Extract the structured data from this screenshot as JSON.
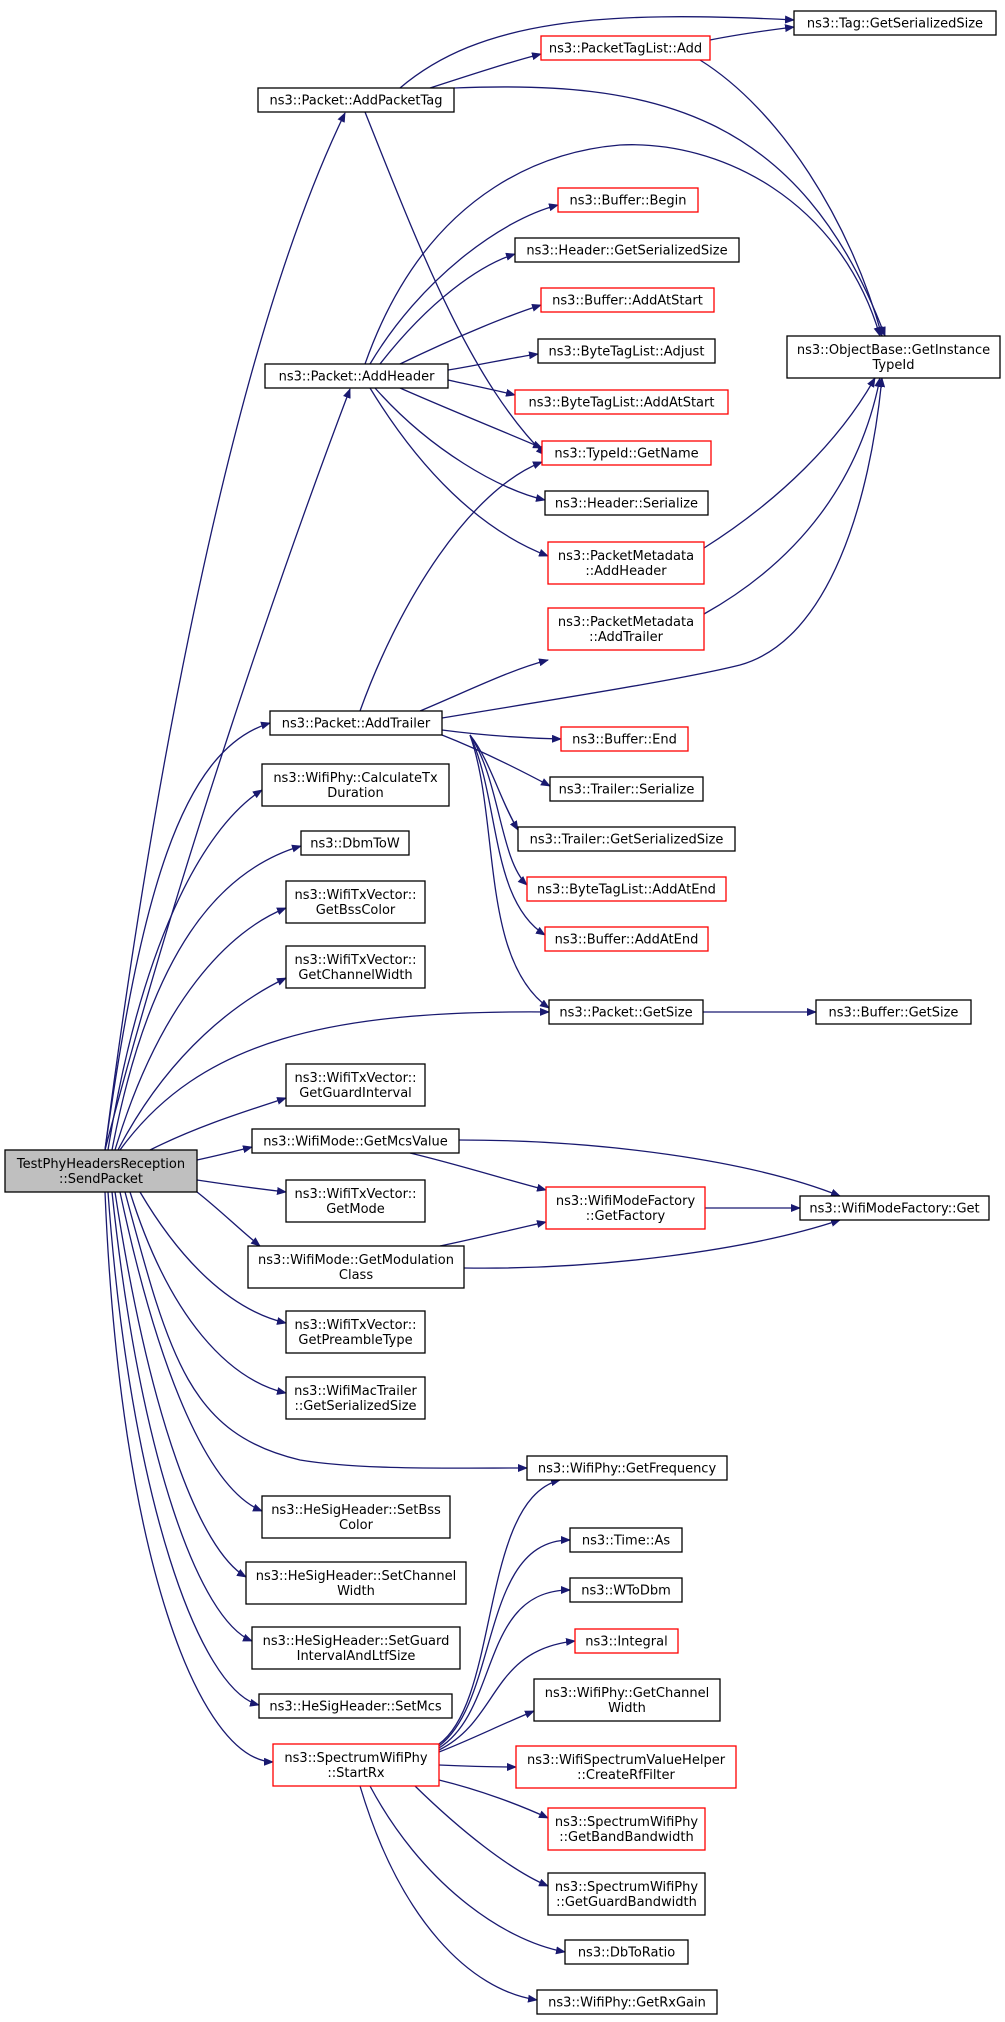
{
  "colors": {
    "edge": "#191970",
    "node_border": "#000000",
    "node_border_red": "#ff0000",
    "root_fill": "#bfbfbf"
  },
  "nodes": [
    {
      "id": "root",
      "lines": [
        "TestPhyHeadersReception",
        "::SendPacket"
      ],
      "style": "root"
    },
    {
      "id": "addPacketTag",
      "lines": [
        "ns3::Packet::AddPacketTag"
      ],
      "style": "black"
    },
    {
      "id": "packetTagListAdd",
      "lines": [
        "ns3::PacketTagList::Add"
      ],
      "style": "red"
    },
    {
      "id": "tagGetSerializedSize",
      "lines": [
        "ns3::Tag::GetSerializedSize"
      ],
      "style": "black"
    },
    {
      "id": "bufferBegin",
      "lines": [
        "ns3::Buffer::Begin"
      ],
      "style": "red"
    },
    {
      "id": "headerGetSerializedSize",
      "lines": [
        "ns3::Header::GetSerializedSize"
      ],
      "style": "black"
    },
    {
      "id": "bufferAddAtStart",
      "lines": [
        "ns3::Buffer::AddAtStart"
      ],
      "style": "red"
    },
    {
      "id": "objectBaseGetInstanceTypeId",
      "lines": [
        "ns3::ObjectBase::GetInstance",
        "TypeId"
      ],
      "style": "black"
    },
    {
      "id": "byteTagListAdjust",
      "lines": [
        "ns3::ByteTagList::Adjust"
      ],
      "style": "black"
    },
    {
      "id": "addHeader",
      "lines": [
        "ns3::Packet::AddHeader"
      ],
      "style": "black"
    },
    {
      "id": "byteTagListAddAtStart",
      "lines": [
        "ns3::ByteTagList::AddAtStart"
      ],
      "style": "red"
    },
    {
      "id": "typeIdGetName",
      "lines": [
        "ns3::TypeId::GetName"
      ],
      "style": "red"
    },
    {
      "id": "headerSerialize",
      "lines": [
        "ns3::Header::Serialize"
      ],
      "style": "black"
    },
    {
      "id": "packetMetadataAddHeader",
      "lines": [
        "ns3::PacketMetadata",
        "::AddHeader"
      ],
      "style": "red"
    },
    {
      "id": "packetMetadataAddTrailer",
      "lines": [
        "ns3::PacketMetadata",
        "::AddTrailer"
      ],
      "style": "red"
    },
    {
      "id": "addTrailer",
      "lines": [
        "ns3::Packet::AddTrailer"
      ],
      "style": "black"
    },
    {
      "id": "bufferEnd",
      "lines": [
        "ns3::Buffer::End"
      ],
      "style": "red"
    },
    {
      "id": "calculateTxDuration",
      "lines": [
        "ns3::WifiPhy::CalculateTx",
        "Duration"
      ],
      "style": "black"
    },
    {
      "id": "trailerSerialize",
      "lines": [
        "ns3::Trailer::Serialize"
      ],
      "style": "black"
    },
    {
      "id": "trailerGetSerializedSize",
      "lines": [
        "ns3::Trailer::GetSerializedSize"
      ],
      "style": "black"
    },
    {
      "id": "dbmToW",
      "lines": [
        "ns3::DbmToW"
      ],
      "style": "black"
    },
    {
      "id": "byteTagListAddAtEnd",
      "lines": [
        "ns3::ByteTagList::AddAtEnd"
      ],
      "style": "red"
    },
    {
      "id": "getBssColor",
      "lines": [
        "ns3::WifiTxVector::",
        "GetBssColor"
      ],
      "style": "black"
    },
    {
      "id": "bufferAddAtEnd",
      "lines": [
        "ns3::Buffer::AddAtEnd"
      ],
      "style": "red"
    },
    {
      "id": "getChannelWidth",
      "lines": [
        "ns3::WifiTxVector::",
        "GetChannelWidth"
      ],
      "style": "black"
    },
    {
      "id": "packetGetSize",
      "lines": [
        "ns3::Packet::GetSize"
      ],
      "style": "black"
    },
    {
      "id": "bufferGetSize",
      "lines": [
        "ns3::Buffer::GetSize"
      ],
      "style": "black"
    },
    {
      "id": "getGuardInterval",
      "lines": [
        "ns3::WifiTxVector::",
        "GetGuardInterval"
      ],
      "style": "black"
    },
    {
      "id": "getMcsValue",
      "lines": [
        "ns3::WifiMode::GetMcsValue"
      ],
      "style": "black"
    },
    {
      "id": "getFactory",
      "lines": [
        "ns3::WifiModeFactory",
        "::GetFactory"
      ],
      "style": "red"
    },
    {
      "id": "wifiModeFactoryGet",
      "lines": [
        "ns3::WifiModeFactory::Get"
      ],
      "style": "black"
    },
    {
      "id": "getMode",
      "lines": [
        "ns3::WifiTxVector::",
        "GetMode"
      ],
      "style": "black"
    },
    {
      "id": "getModulationClass",
      "lines": [
        "ns3::WifiMode::GetModulation",
        "Class"
      ],
      "style": "black"
    },
    {
      "id": "getPreambleType",
      "lines": [
        "ns3::WifiTxVector::",
        "GetPreambleType"
      ],
      "style": "black"
    },
    {
      "id": "wifiMacTrailerGetSerializedSize",
      "lines": [
        "ns3::WifiMacTrailer",
        "::GetSerializedSize"
      ],
      "style": "black"
    },
    {
      "id": "getFrequency",
      "lines": [
        "ns3::WifiPhy::GetFrequency"
      ],
      "style": "black"
    },
    {
      "id": "setBssColor",
      "lines": [
        "ns3::HeSigHeader::SetBss",
        "Color"
      ],
      "style": "black"
    },
    {
      "id": "timeAs",
      "lines": [
        "ns3::Time::As"
      ],
      "style": "black"
    },
    {
      "id": "setChannelWidth",
      "lines": [
        "ns3::HeSigHeader::SetChannel",
        "Width"
      ],
      "style": "black"
    },
    {
      "id": "wToDbm",
      "lines": [
        "ns3::WToDbm"
      ],
      "style": "black"
    },
    {
      "id": "integral",
      "lines": [
        "ns3::Integral"
      ],
      "style": "red"
    },
    {
      "id": "setGuardIntervalAndLtfSize",
      "lines": [
        "ns3::HeSigHeader::SetGuard",
        "IntervalAndLtfSize"
      ],
      "style": "black"
    },
    {
      "id": "wifiPhyGetChannelWidth",
      "lines": [
        "ns3::WifiPhy::GetChannel",
        "Width"
      ],
      "style": "black"
    },
    {
      "id": "setMcs",
      "lines": [
        "ns3::HeSigHeader::SetMcs"
      ],
      "style": "black"
    },
    {
      "id": "startRx",
      "lines": [
        "ns3::SpectrumWifiPhy",
        "::StartRx"
      ],
      "style": "red"
    },
    {
      "id": "createRfFilter",
      "lines": [
        "ns3::WifiSpectrumValueHelper",
        "::CreateRfFilter"
      ],
      "style": "red"
    },
    {
      "id": "getBandBandwidth",
      "lines": [
        "ns3::SpectrumWifiPhy",
        "::GetBandBandwidth"
      ],
      "style": "red"
    },
    {
      "id": "getGuardBandwidth",
      "lines": [
        "ns3::SpectrumWifiPhy",
        "::GetGuardBandwidth"
      ],
      "style": "black"
    },
    {
      "id": "dbToRatio",
      "lines": [
        "ns3::DbToRatio"
      ],
      "style": "black"
    },
    {
      "id": "getRxGain",
      "lines": [
        "ns3::WifiPhy::GetRxGain"
      ],
      "style": "black"
    }
  ]
}
